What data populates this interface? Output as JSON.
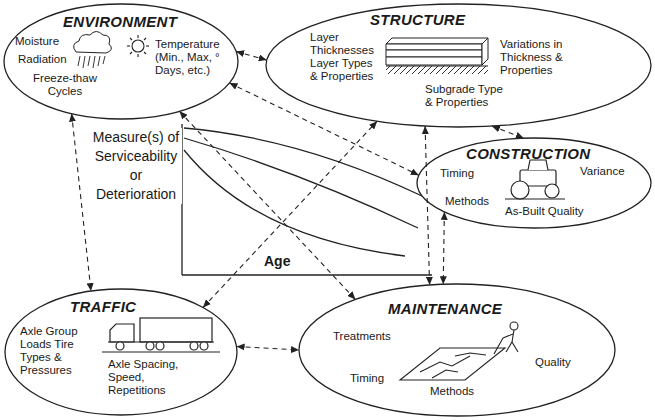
{
  "diagram": {
    "nodes": [
      {
        "text": [
          "ENVIRONMENT",
          "Moisture",
          "Radiation",
          "Freeze-thaw Cycles",
          "Temperature (Min., Max, ° Days, etc.)"
        ]
      },
      {
        "text": [
          "STRUCTURE",
          "Layer Thicknesses Layer Types & Properties",
          "Variations in Thickness & Properties",
          "Subgrade Type & Properties"
        ]
      },
      {
        "text": [
          "CONSTRUCTION",
          "Timing",
          "Methods",
          "Variance",
          "As-Built Quality"
        ]
      },
      {
        "text": [
          "TRAFFIC",
          "Axle Group Loads Tire Types & Pressures",
          "Axle Spacing, Speed, Repetitions"
        ]
      },
      {
        "text": [
          "MAINTENANCE",
          "Treatments",
          "Timing",
          "Methods",
          "Quality"
        ]
      }
    ],
    "edges": [
      {
        "from": 0,
        "to": 1,
        "arrow": "both"
      },
      {
        "from": 0,
        "to": 3,
        "arrow": "both"
      },
      {
        "from": 3,
        "to": 4,
        "arrow": "both"
      },
      {
        "from": 1,
        "to": 2,
        "arrow": "both"
      },
      {
        "from": 2,
        "to": 4,
        "arrow": "both"
      },
      {
        "from": 0,
        "to": 4,
        "arrow": "both"
      },
      {
        "from": 3,
        "to": 1,
        "arrow": "both"
      },
      {
        "from": 0,
        "to": 2,
        "arrow": "both"
      },
      {
        "from": 1,
        "to": 4,
        "arrow": "both"
      }
    ],
    "labels": [
      "Measure(s) of Serviceability or Deterioration",
      "Age"
    ]
  }
}
